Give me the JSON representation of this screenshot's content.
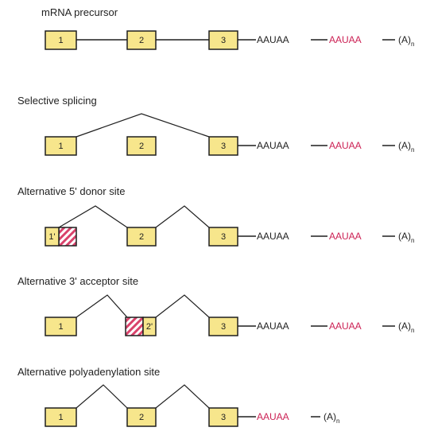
{
  "colors": {
    "exon_fill": "#f7e68c",
    "exon_stroke": "#1f1f1f",
    "hatch": "#d9426b",
    "signal_red": "#cc2255",
    "text": "#222222"
  },
  "panels": [
    {
      "title": "mRNA precursor",
      "exon_labels": [
        "1",
        "2",
        "3"
      ],
      "signal_1": "AAUAA",
      "signal_2": "AAUAA",
      "tail": "(A)",
      "tail_sub": "n"
    },
    {
      "title": "Selective splicing",
      "exon_labels": [
        "1",
        "2",
        "3"
      ],
      "signal_1": "AAUAA",
      "signal_2": "AAUAA",
      "tail": "(A)",
      "tail_sub": "n"
    },
    {
      "title": "Alternative 5' donor site",
      "exon_labels": [
        "1'",
        "2",
        "3"
      ],
      "signal_1": "AAUAA",
      "signal_2": "AAUAA",
      "tail": "(A)",
      "tail_sub": "n"
    },
    {
      "title": "Alternative 3' acceptor site",
      "exon_labels": [
        "",
        "2'",
        "3"
      ],
      "first_exon_label": "1",
      "signal_1": "AAUAA",
      "signal_2": "AAUAA",
      "tail": "(A)",
      "tail_sub": "n"
    },
    {
      "title": "Alternative polyadenylation site",
      "exon_labels": [
        "1",
        "2",
        "3"
      ],
      "signal_1": "AAUAA",
      "tail": "(A)",
      "tail_sub": "n"
    }
  ]
}
